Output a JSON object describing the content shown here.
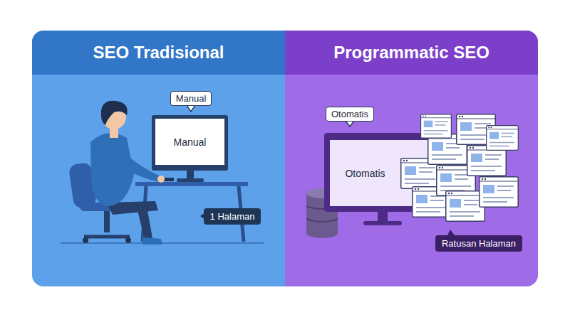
{
  "diagram": {
    "nodes": [
      {
        "text": [
          "SEO Tradisional"
        ]
      },
      {
        "text": [
          "Manual"
        ],
        "in": 0
      },
      {
        "text": [
          "Manual"
        ],
        "in": 0
      },
      {
        "text": [
          "1 Halaman"
        ],
        "in": 0
      },
      {
        "text": [
          "Programmatic SEO"
        ]
      },
      {
        "text": [
          "Otomatis"
        ],
        "in": 4
      },
      {
        "text": [
          "Otomatis"
        ],
        "in": 4
      },
      {
        "text": [
          "Ratusan Halaman"
        ],
        "in": 4
      }
    ]
  }
}
